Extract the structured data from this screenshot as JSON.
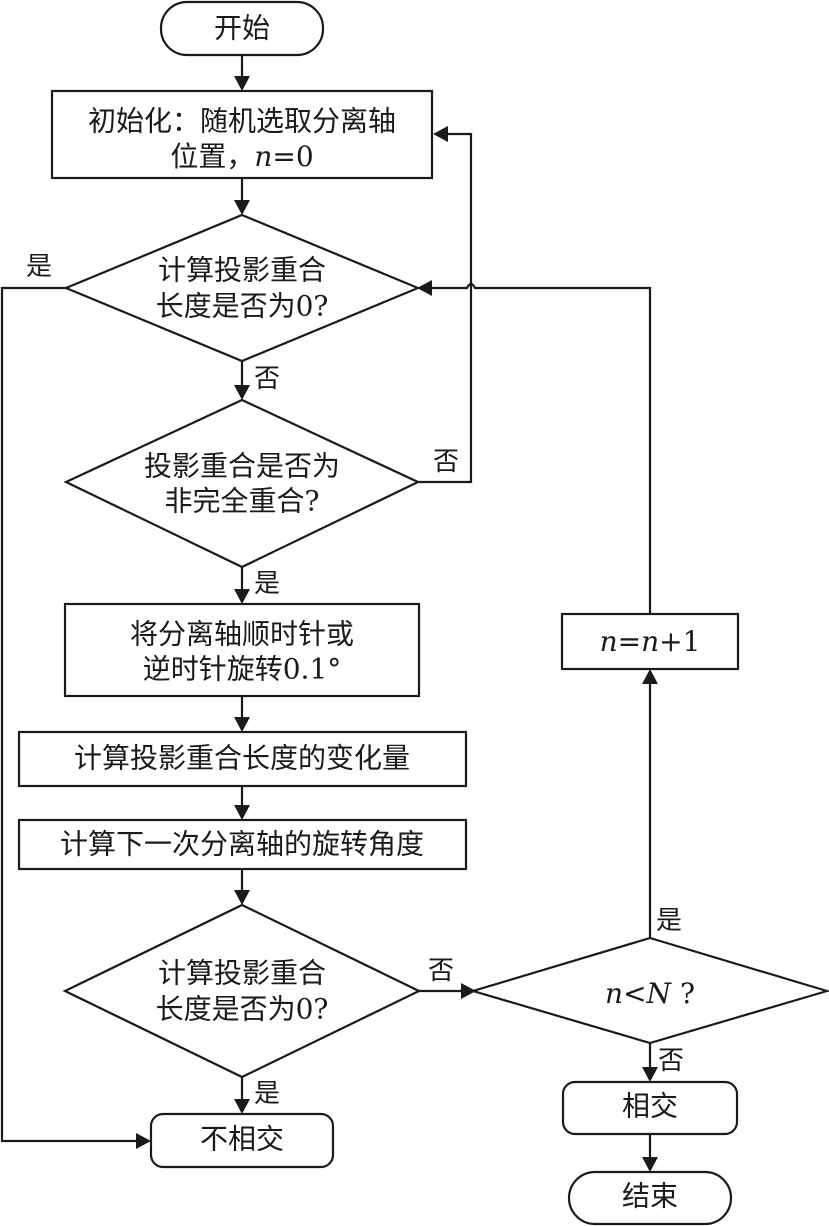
{
  "flowchart": {
    "nodes": {
      "start": {
        "type": "terminal",
        "lines": [
          "开始"
        ]
      },
      "init": {
        "type": "process",
        "lines": [
          "初始化：随机选取分离轴",
          "位置，n=0"
        ]
      },
      "check_zero_1": {
        "type": "decision",
        "lines": [
          "计算投影重合",
          "长度是否为0?"
        ]
      },
      "check_partial": {
        "type": "decision",
        "lines": [
          "投影重合是否为",
          "非完全重合?"
        ]
      },
      "rotate": {
        "type": "process",
        "lines": [
          "将分离轴顺时针或",
          "逆时针旋转0.1°"
        ]
      },
      "calc_change": {
        "type": "process",
        "lines": [
          "计算投影重合长度的变化量"
        ]
      },
      "calc_angle": {
        "type": "process",
        "lines": [
          "计算下一次分离轴的旋转角度"
        ]
      },
      "check_zero_2": {
        "type": "decision",
        "lines": [
          "计算投影重合",
          "长度是否为0?"
        ]
      },
      "no_intersect": {
        "type": "terminal",
        "lines": [
          "不相交"
        ]
      },
      "check_n": {
        "type": "decision",
        "lines": [
          "n<N ?"
        ]
      },
      "increment": {
        "type": "process",
        "lines": [
          "n=n+1"
        ]
      },
      "intersect": {
        "type": "terminal",
        "lines": [
          "相交"
        ]
      },
      "end": {
        "type": "terminal",
        "lines": [
          "结束"
        ]
      }
    },
    "edge_labels": {
      "zero1_yes": "是",
      "zero1_no": "否",
      "partial_no": "否",
      "partial_yes": "是",
      "zero2_no": "否",
      "zero2_yes": "是",
      "n_yes": "是",
      "n_no": "否"
    },
    "edges": [
      {
        "from": "start",
        "to": "init"
      },
      {
        "from": "init",
        "to": "check_zero_1"
      },
      {
        "from": "check_zero_1",
        "to": "no_intersect",
        "label": "是"
      },
      {
        "from": "check_zero_1",
        "to": "check_partial",
        "label": "否"
      },
      {
        "from": "check_partial",
        "to": "init",
        "label": "否"
      },
      {
        "from": "check_partial",
        "to": "rotate",
        "label": "是"
      },
      {
        "from": "rotate",
        "to": "calc_change"
      },
      {
        "from": "calc_change",
        "to": "calc_angle"
      },
      {
        "from": "calc_angle",
        "to": "check_zero_2"
      },
      {
        "from": "check_zero_2",
        "to": "check_n",
        "label": "否"
      },
      {
        "from": "check_zero_2",
        "to": "no_intersect",
        "label": "是"
      },
      {
        "from": "check_n",
        "to": "increment",
        "label": "是"
      },
      {
        "from": "increment",
        "to": "check_zero_1"
      },
      {
        "from": "check_n",
        "to": "intersect",
        "label": "否"
      },
      {
        "from": "intersect",
        "to": "end"
      }
    ]
  }
}
